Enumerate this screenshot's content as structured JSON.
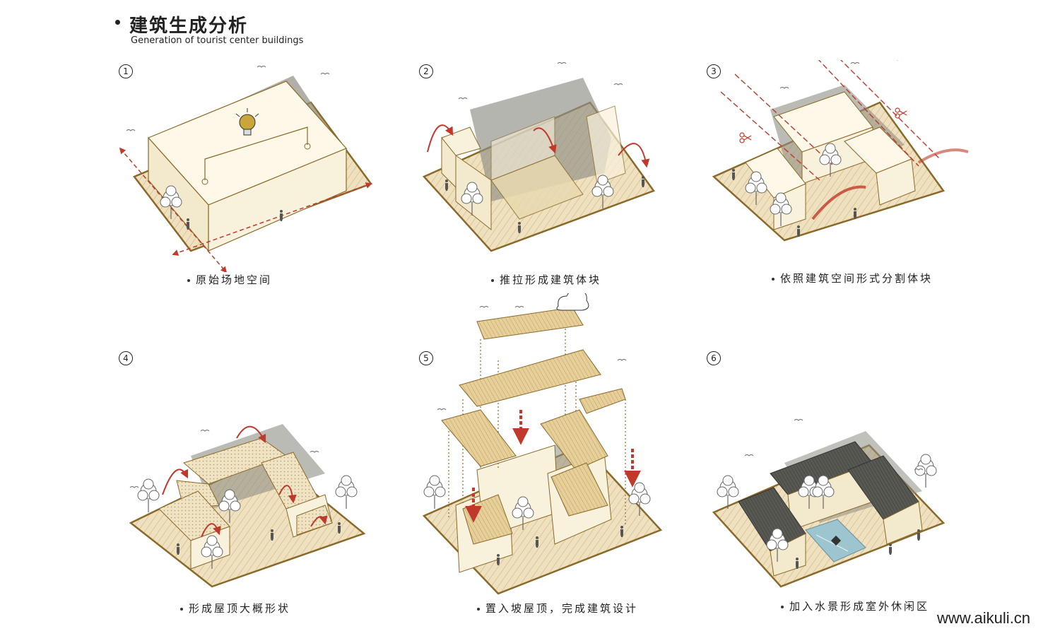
{
  "header": {
    "title": "建筑生成分析",
    "subtitle": "Generation of tourist center buildings"
  },
  "panels": [
    {
      "number": "1",
      "caption": "原始场地空间"
    },
    {
      "number": "2",
      "caption": "推拉形成建筑体块"
    },
    {
      "number": "3",
      "caption": "依照建筑空间形式分割体块"
    },
    {
      "number": "4",
      "caption": "形成屋顶大概形状"
    },
    {
      "number": "5",
      "caption": "置入坡屋顶，完成建筑设计"
    },
    {
      "number": "6",
      "caption": "加入水景形成室外休闲区"
    }
  ],
  "watermark": "www.aikuli.cn",
  "colors": {
    "ground": "#efe1bf",
    "ground_border": "#8a6a2a",
    "block": "#f8f1dc",
    "block_side": "#e9d9b0",
    "shadow": "#8e8e84",
    "arrow": "#c0392b",
    "roof": "#e6cf98",
    "roof_dark": "#4d4d48",
    "water": "#9dc5cf"
  },
  "icons": [
    "bulb-icon",
    "scissors-icon",
    "cloud-icon",
    "tree-icon",
    "bird-icon",
    "person-icon"
  ]
}
